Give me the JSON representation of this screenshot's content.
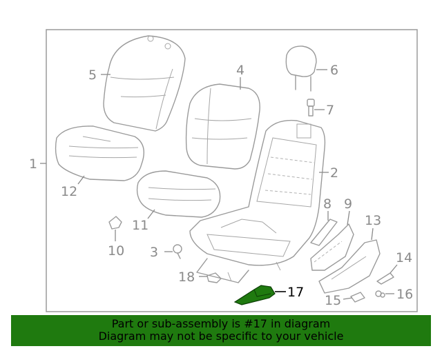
{
  "callouts": {
    "c1": "1",
    "c2": "2",
    "c3": "3",
    "c4": "4",
    "c5": "5",
    "c6": "6",
    "c7": "7",
    "c8": "8",
    "c9": "9",
    "c10": "10",
    "c11": "11",
    "c12": "12",
    "c13": "13",
    "c14": "14",
    "c15": "15",
    "c16": "16",
    "c17": "17",
    "c18": "18"
  },
  "highlight": {
    "part_number": "17",
    "color": "#1f7a0f"
  },
  "banner": {
    "line1": "Part or sub-assembly is #17 in diagram",
    "line2": "Diagram may not be specific to your vehicle",
    "background": "#1f7a0f"
  }
}
